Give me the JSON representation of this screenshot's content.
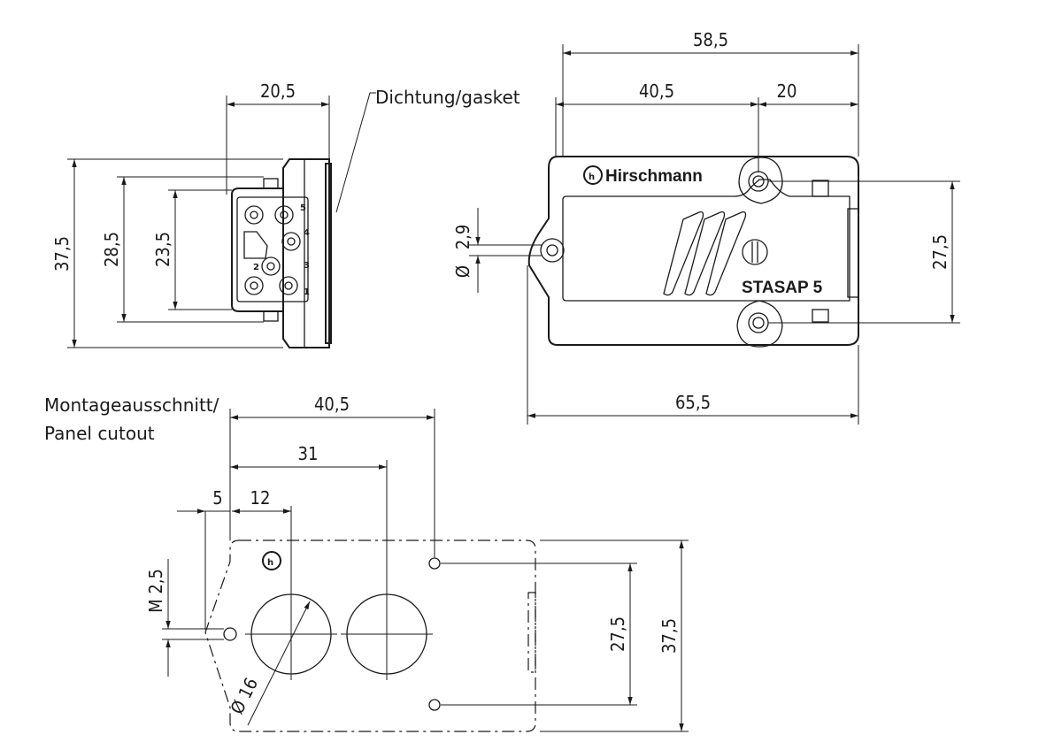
{
  "labels": {
    "gasket": "Dichtung/gasket",
    "cutout_line1": "Montageausschnitt/",
    "cutout_line2": "Panel cutout",
    "brand": "Hirschmann",
    "model": "STASAP 5"
  },
  "side_view": {
    "width": "20,5",
    "height_total": "37,5",
    "height_mid": "28,5",
    "height_inner": "23,5"
  },
  "top_view": {
    "length": "58,5",
    "body": "40,5",
    "offset": "20",
    "overall": "65,5",
    "hole_spacing": "27,5",
    "hole_diameter": "2,9",
    "diameter_symbol": "Ø"
  },
  "cutout": {
    "d1": "40,5",
    "d2": "31",
    "d3": "5",
    "d4": "12",
    "thread": "M 2,5",
    "hole_diameter": "Ø 16",
    "hole_spacing": "27,5",
    "height": "37,5"
  },
  "pin_numbers": [
    "1",
    "2",
    "3",
    "4",
    "5"
  ]
}
